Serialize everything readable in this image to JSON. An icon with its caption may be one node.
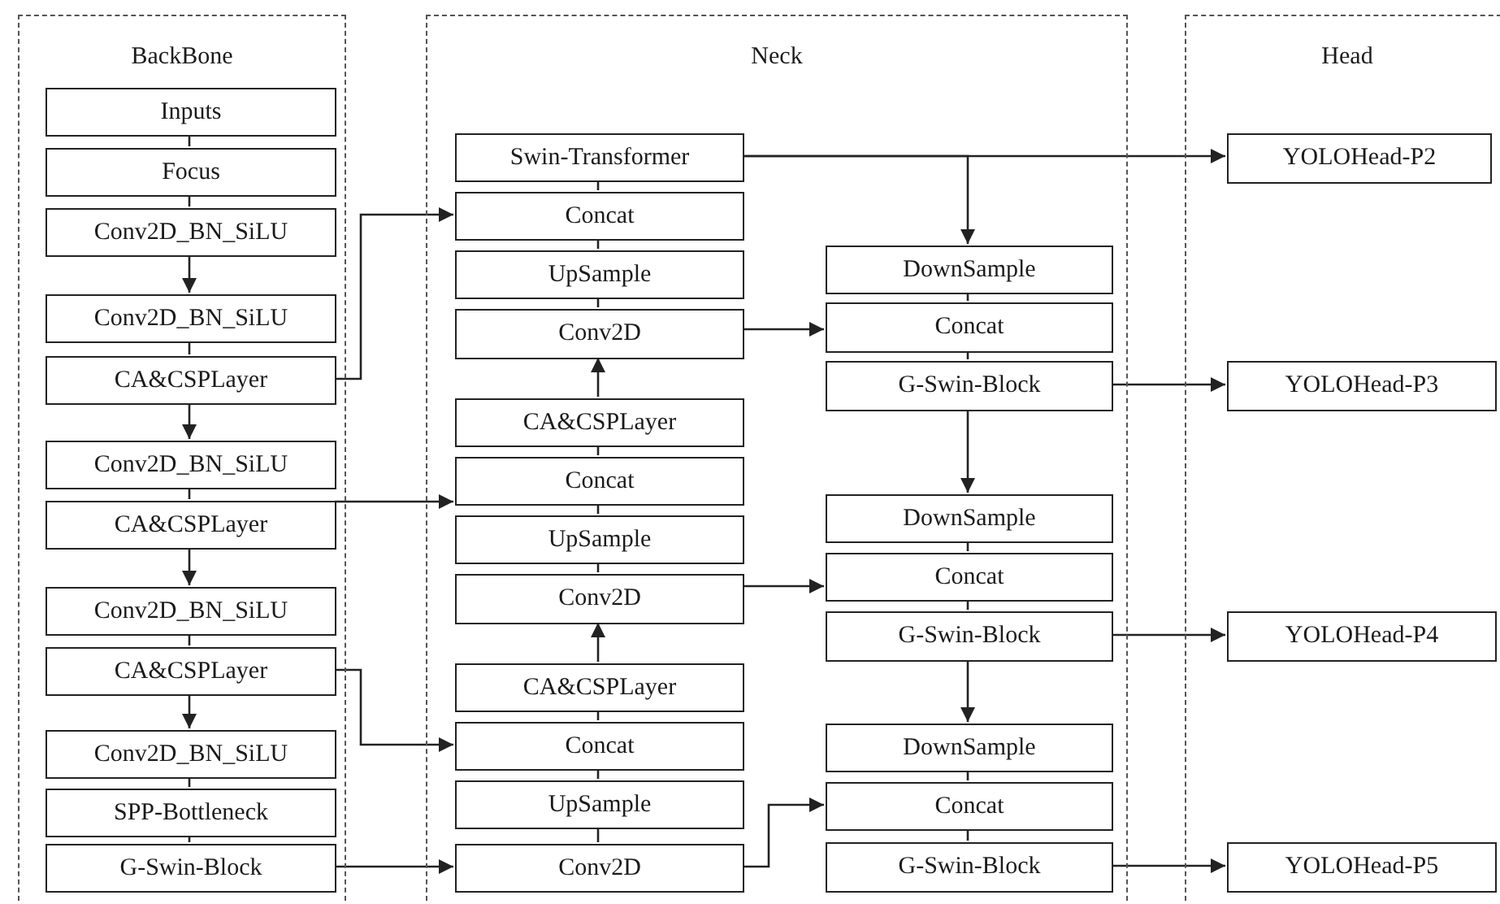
{
  "diagram": {
    "nodes": [
      {
        "text": [
          "BackBone"
        ]
      },
      {
        "text": [
          "Inputs"
        ],
        "in": 0
      },
      {
        "text": [
          "Focus"
        ],
        "in": 0
      },
      {
        "text": [
          "Conv2D_BN_SiLU"
        ],
        "in": 0
      },
      {
        "text": [
          "Conv2D_BN_SiLU"
        ],
        "in": 0
      },
      {
        "text": [
          "CA&CSPLayer"
        ],
        "in": 0
      },
      {
        "text": [
          "Conv2D_BN_SiLU"
        ],
        "in": 0
      },
      {
        "text": [
          "CA&CSPLayer"
        ],
        "in": 0
      },
      {
        "text": [
          "Conv2D_BN_SiLU"
        ],
        "in": 0
      },
      {
        "text": [
          "CA&CSPLayer"
        ],
        "in": 0
      },
      {
        "text": [
          "Conv2D_BN_SiLU"
        ],
        "in": 0
      },
      {
        "text": [
          "SPP-Bottleneck"
        ],
        "in": 0
      },
      {
        "text": [
          "G-Swin-Block"
        ],
        "in": 0
      },
      {
        "text": [
          "Neck"
        ]
      },
      {
        "text": [
          "Swin-Transformer"
        ],
        "in": 13
      },
      {
        "text": [
          "Concat"
        ],
        "in": 13
      },
      {
        "text": [
          "UpSample"
        ],
        "in": 13
      },
      {
        "text": [
          "Conv2D"
        ],
        "in": 13
      },
      {
        "text": [
          "CA&CSPLayer"
        ],
        "in": 13
      },
      {
        "text": [
          "Concat"
        ],
        "in": 13
      },
      {
        "text": [
          "UpSample"
        ],
        "in": 13
      },
      {
        "text": [
          "Conv2D"
        ],
        "in": 13
      },
      {
        "text": [
          "CA&CSPLayer"
        ],
        "in": 13
      },
      {
        "text": [
          "Concat"
        ],
        "in": 13
      },
      {
        "text": [
          "UpSample"
        ],
        "in": 13
      },
      {
        "text": [
          "Conv2D"
        ],
        "in": 13
      },
      {
        "text": [
          "DownSample"
        ],
        "in": 13
      },
      {
        "text": [
          "Concat"
        ],
        "in": 13
      },
      {
        "text": [
          "G-Swin-Block"
        ],
        "in": 13
      },
      {
        "text": [
          "DownSample"
        ],
        "in": 13
      },
      {
        "text": [
          "Concat"
        ],
        "in": 13
      },
      {
        "text": [
          "G-Swin-Block"
        ],
        "in": 13
      },
      {
        "text": [
          "DownSample"
        ],
        "in": 13
      },
      {
        "text": [
          "Concat"
        ],
        "in": 13
      },
      {
        "text": [
          "G-Swin-Block"
        ],
        "in": 13
      },
      {
        "text": [
          "Head"
        ]
      },
      {
        "text": [
          "YOLOHead-P2"
        ],
        "in": 35
      },
      {
        "text": [
          "YOLOHead-P3"
        ],
        "in": 35
      },
      {
        "text": [
          "YOLOHead-P4"
        ],
        "in": 35
      },
      {
        "text": [
          "YOLOHead-P5"
        ],
        "in": 35
      }
    ],
    "edges": [
      {
        "from": 1,
        "to": 2,
        "arrow": "none"
      },
      {
        "from": 2,
        "to": 3,
        "arrow": "none"
      },
      {
        "from": 3,
        "to": 4,
        "arrow": "to"
      },
      {
        "from": 4,
        "to": 5,
        "arrow": "none"
      },
      {
        "from": 5,
        "to": 6,
        "arrow": "to"
      },
      {
        "from": 6,
        "to": 7,
        "arrow": "none"
      },
      {
        "from": 7,
        "to": 8,
        "arrow": "to"
      },
      {
        "from": 8,
        "to": 9,
        "arrow": "none"
      },
      {
        "from": 9,
        "to": 10,
        "arrow": "to"
      },
      {
        "from": 10,
        "to": 11,
        "arrow": "none"
      },
      {
        "from": 11,
        "to": 12,
        "arrow": "none"
      },
      {
        "from": 5,
        "to": 15,
        "arrow": "to"
      },
      {
        "from": 7,
        "to": 19,
        "arrow": "to"
      },
      {
        "from": 9,
        "to": 23,
        "arrow": "to"
      },
      {
        "from": 12,
        "to": 25,
        "arrow": "to"
      },
      {
        "from": 14,
        "to": 15,
        "arrow": "none"
      },
      {
        "from": 15,
        "to": 16,
        "arrow": "none"
      },
      {
        "from": 16,
        "to": 17,
        "arrow": "none"
      },
      {
        "from": 18,
        "to": 17,
        "arrow": "to"
      },
      {
        "from": 18,
        "to": 19,
        "arrow": "none"
      },
      {
        "from": 19,
        "to": 20,
        "arrow": "none"
      },
      {
        "from": 20,
        "to": 21,
        "arrow": "none"
      },
      {
        "from": 22,
        "to": 21,
        "arrow": "to"
      },
      {
        "from": 22,
        "to": 23,
        "arrow": "none"
      },
      {
        "from": 23,
        "to": 24,
        "arrow": "none"
      },
      {
        "from": 24,
        "to": 25,
        "arrow": "none"
      },
      {
        "from": 14,
        "to": 36,
        "arrow": "to"
      },
      {
        "from": 14,
        "to": 26,
        "arrow": "to"
      },
      {
        "from": 17,
        "to": 27,
        "arrow": "to"
      },
      {
        "from": 21,
        "to": 30,
        "arrow": "to"
      },
      {
        "from": 25,
        "to": 33,
        "arrow": "to"
      },
      {
        "from": 26,
        "to": 27,
        "arrow": "none"
      },
      {
        "from": 27,
        "to": 28,
        "arrow": "none"
      },
      {
        "from": 28,
        "to": 29,
        "arrow": "to"
      },
      {
        "from": 28,
        "to": 37,
        "arrow": "to"
      },
      {
        "from": 29,
        "to": 30,
        "arrow": "none"
      },
      {
        "from": 30,
        "to": 31,
        "arrow": "none"
      },
      {
        "from": 31,
        "to": 32,
        "arrow": "to"
      },
      {
        "from": 31,
        "to": 38,
        "arrow": "to"
      },
      {
        "from": 32,
        "to": 33,
        "arrow": "none"
      },
      {
        "from": 33,
        "to": 34,
        "arrow": "none"
      },
      {
        "from": 34,
        "to": 39,
        "arrow": "to"
      }
    ]
  }
}
